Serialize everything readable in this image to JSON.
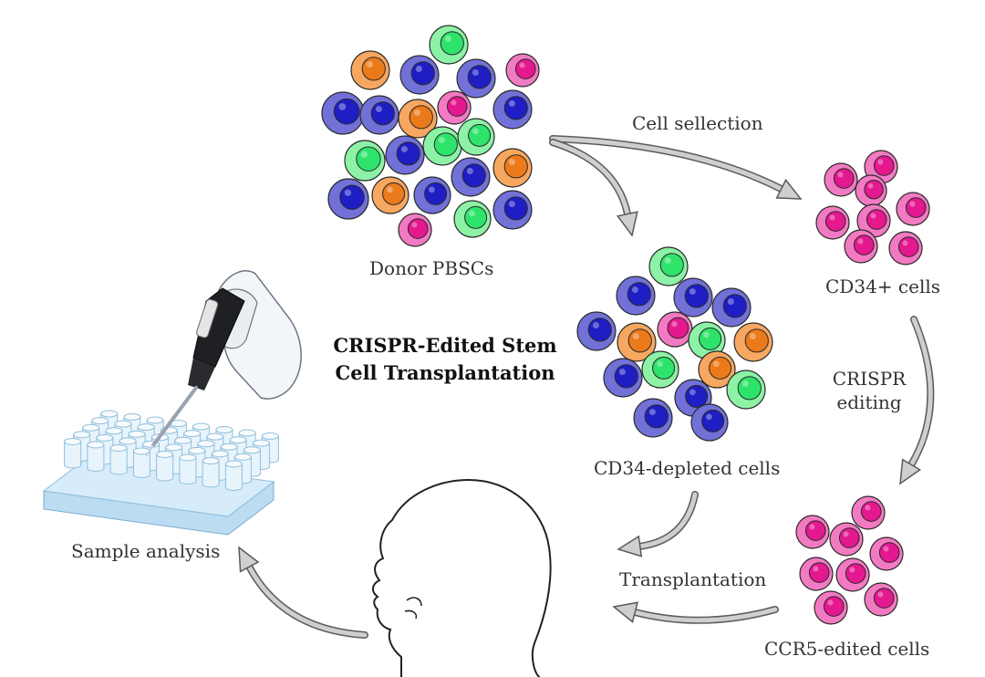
{
  "labels": {
    "donor": "Donor PBSCs",
    "cell_selection": "Cell sellection",
    "cd34_plus": "CD34+ cells",
    "cd34_depleted": "CD34-depleted cells",
    "crispr_line1": "CRISPR",
    "crispr_line2": "editing",
    "ccr5": "CCR5-edited cells",
    "transplantation": "Transplantation",
    "sample_analysis": "Sample analysis"
  },
  "title": {
    "line1": "CRISPR-Edited Stem",
    "line2": "Cell Transplantation"
  },
  "cell_types": {
    "blue": {
      "outer": "#7171d8",
      "nucleus": "#1e1ec4"
    },
    "orange": {
      "outer": "#f7a760",
      "nucleus": "#eb7a1b"
    },
    "green": {
      "outer": "#8cf2a6",
      "nucleus": "#2ee36a"
    },
    "pink": {
      "outer": "#f27ac2",
      "nucleus": "#e4188f"
    }
  },
  "colors": {
    "arrow_fill": "#cfcfcf",
    "arrow_stroke": "#5a5a5a",
    "outline": "#2a2a2a"
  },
  "icons": [
    "pipette-icon",
    "well-plate-icon",
    "human-head-icon"
  ]
}
